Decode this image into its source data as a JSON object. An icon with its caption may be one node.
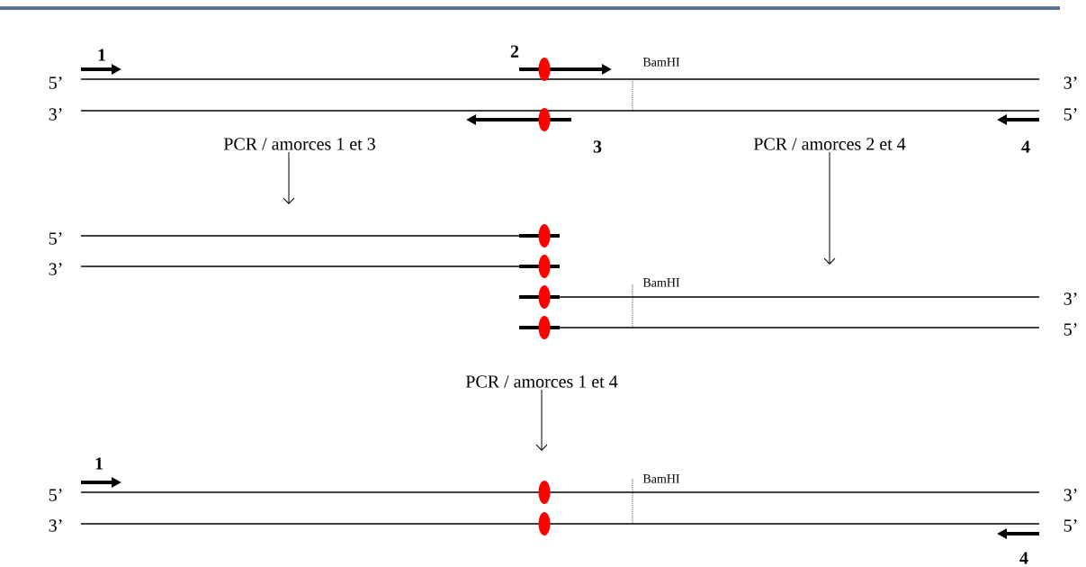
{
  "diagram": {
    "nodes": [
      {
        "text": [
          "PCR / amorces 1 et 3"
        ]
      },
      {
        "text": [
          "PCR / amorces 2 et 4"
        ]
      },
      {
        "text": [
          "PCR / amorces 1 et 4"
        ]
      }
    ],
    "edges": [
      {
        "from": 0,
        "to": null,
        "arrow": "to"
      },
      {
        "from": 1,
        "to": null,
        "arrow": "to"
      },
      {
        "from": 2,
        "to": null,
        "arrow": "to"
      }
    ],
    "labels": [
      "1",
      "2",
      "BamHI",
      "5’",
      "3’",
      "3’",
      "5’",
      "3",
      "4",
      "5’",
      "3’",
      "BamHI",
      "3’",
      "5’",
      "1",
      "BamHI",
      "5’",
      "3’",
      "3’",
      "5’",
      "4"
    ]
  }
}
